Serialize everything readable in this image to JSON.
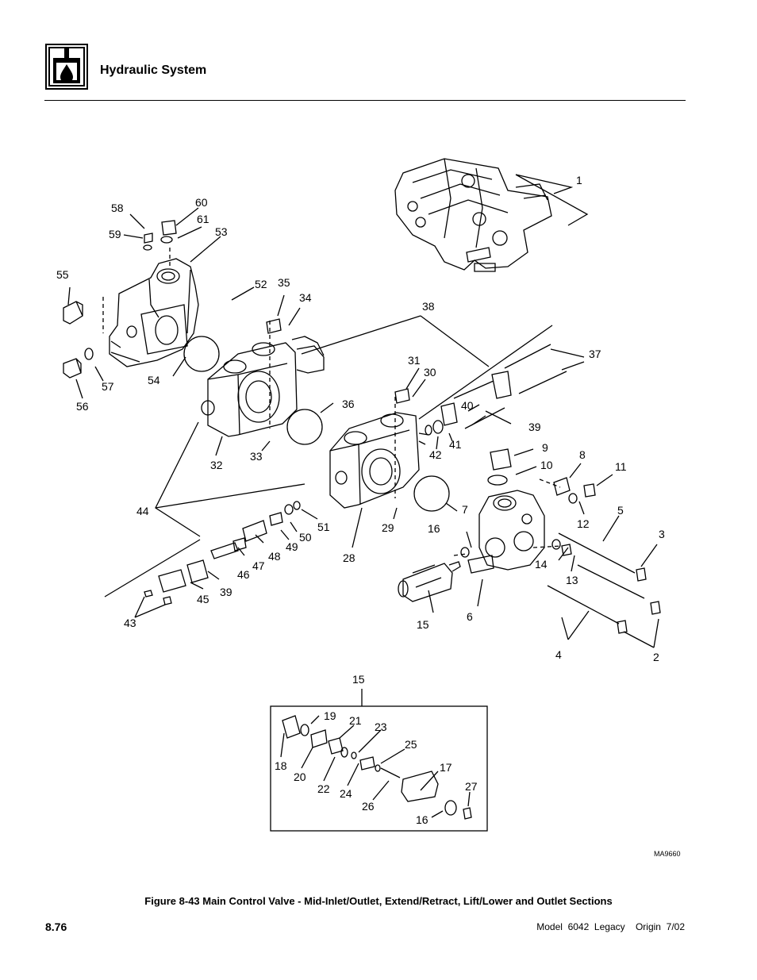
{
  "header": {
    "title": "Hydraulic System",
    "logo_icon": "hydraulic-drop-icon"
  },
  "figure": {
    "caption": "Figure 8-43  Main Control Valve - Mid-Inlet/Outlet, Extend/Retract, Lift/Lower and Outlet Sections",
    "drawing_code": "MA9660",
    "callouts": [
      "1",
      "2",
      "3",
      "4",
      "5",
      "6",
      "7",
      "8",
      "9",
      "10",
      "11",
      "12",
      "13",
      "14",
      "15",
      "16",
      "17",
      "18",
      "19",
      "20",
      "21",
      "22",
      "23",
      "24",
      "25",
      "26",
      "27",
      "28",
      "29",
      "30",
      "31",
      "32",
      "33",
      "34",
      "35",
      "36",
      "37",
      "38",
      "39",
      "40",
      "41",
      "42",
      "43",
      "44",
      "45",
      "46",
      "47",
      "48",
      "49",
      "50",
      "51",
      "52",
      "53",
      "54",
      "55",
      "56",
      "57",
      "58",
      "59",
      "60",
      "61"
    ],
    "inset_extra": [
      "15",
      "16"
    ],
    "extra_39": "39"
  },
  "footer": {
    "page_number": "8.76",
    "model_info": "Model  6042  Legacy    Origin  7/02"
  }
}
